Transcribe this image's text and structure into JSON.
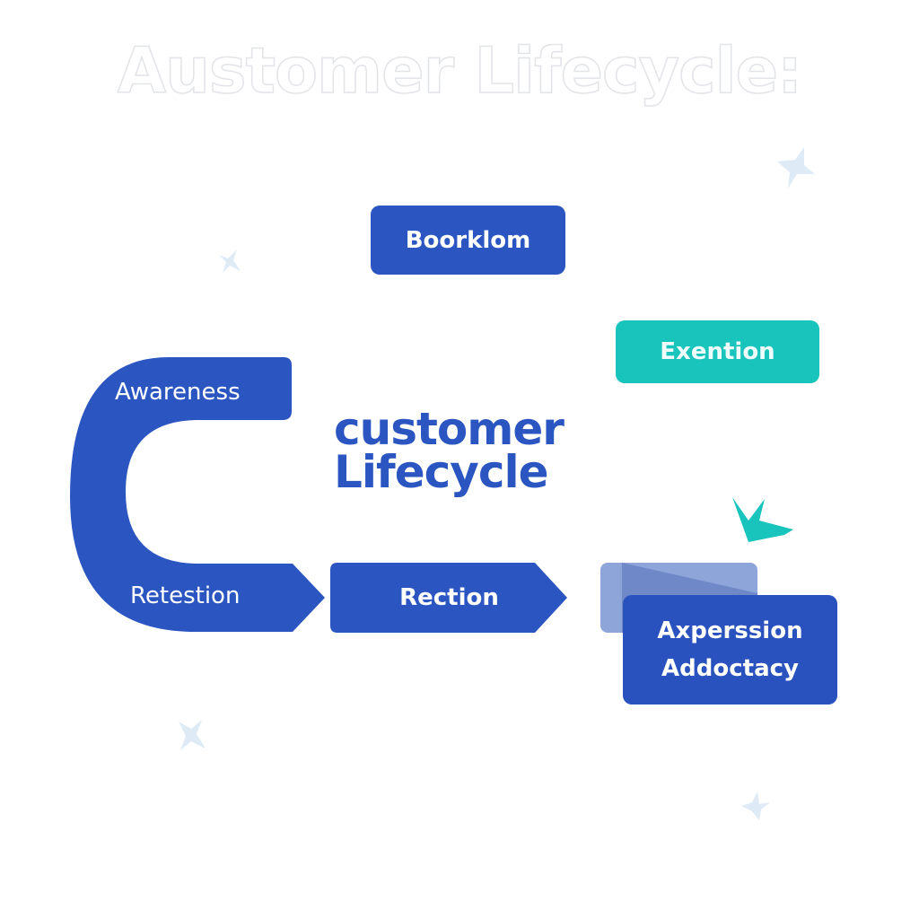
{
  "header": {
    "title": "Austomer Lifecycle:"
  },
  "center_title": {
    "line1": "customer",
    "line2": "Lifecycle"
  },
  "stages": {
    "top": "Boorklom",
    "right_top": "Exention",
    "awareness": "Awareness",
    "retestion": "Retestion",
    "rection": "Rection",
    "final_line1": "Axperssion",
    "final_line2": "Addoctacy"
  },
  "colors": {
    "primary_blue": "#2b56c2",
    "teal": "#19c4bd",
    "ghost_blue": "#7f9ad3",
    "star": "#deebf7"
  }
}
